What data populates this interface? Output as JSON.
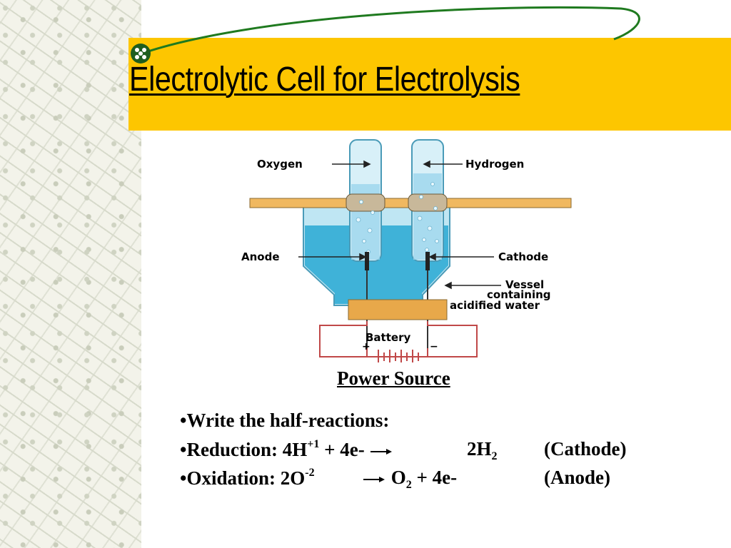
{
  "slide": {
    "title": "Electrolytic Cell for Electrolysis",
    "caption": "Power Source"
  },
  "diagram": {
    "labels": {
      "oxygen": "Oxygen",
      "hydrogen": "Hydrogen",
      "anode": "Anode",
      "cathode": "Cathode",
      "vessel_1": "Vessel",
      "vessel_2": "containing",
      "vessel_3": "acidified water",
      "battery": "Battery",
      "plus": "+",
      "minus": "−"
    }
  },
  "bullets": {
    "b1": {
      "bullet": "•",
      "text": "Write the half-reactions:"
    },
    "b2": {
      "bullet": "•",
      "lead": "Reduction:  4H",
      "sup1": "+1",
      "mid": " + 4e- ",
      "right": "2H",
      "sub1": "2",
      "tag": "(Cathode)"
    },
    "b3": {
      "bullet": "•",
      "lead": "Oxidation: 2O",
      "sup1": "-2",
      "mid": " ",
      "right": "O",
      "sub1": "2",
      "right2": " + 4e-",
      "tag": "(Anode)"
    }
  },
  "colors": {
    "band": "#fdc600",
    "swoosh": "#1f7a1f",
    "liquid": "#3fb2d8",
    "wire": "#c04848"
  }
}
